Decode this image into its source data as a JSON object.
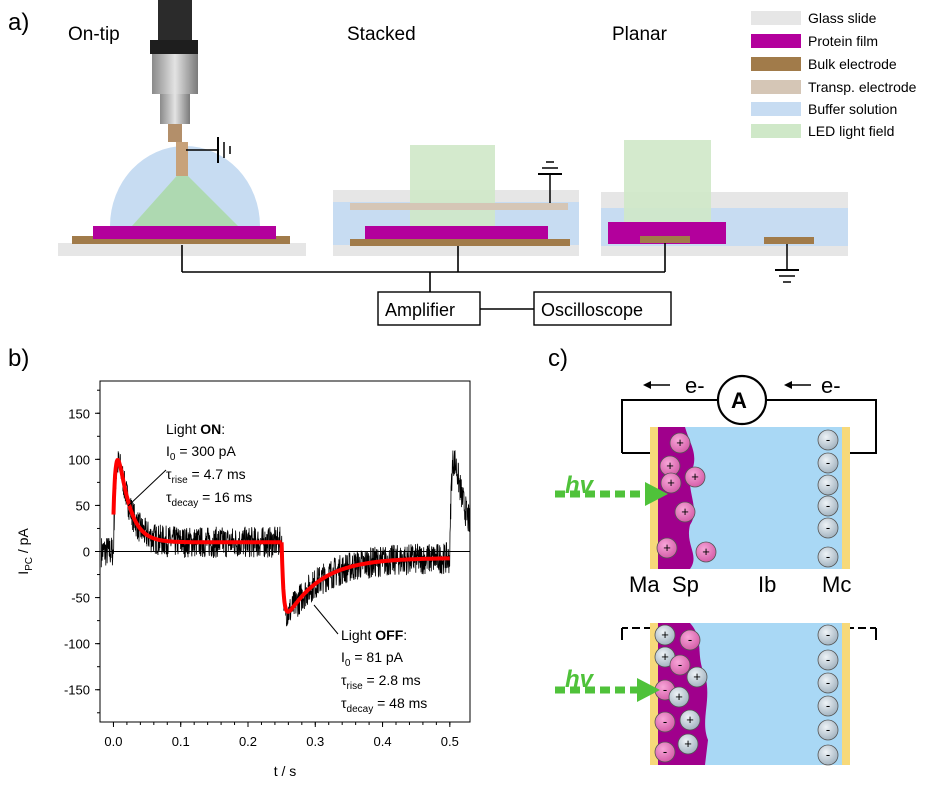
{
  "panel_labels": {
    "a": "a)",
    "b": "b)",
    "c": "c)"
  },
  "panel_a": {
    "configs": {
      "on_tip": "On-tip",
      "stacked": "Stacked",
      "planar": "Planar"
    },
    "legend": [
      {
        "label": "Glass slide",
        "color": "#e6e6e6"
      },
      {
        "label": "Protein film",
        "color": "#b3009c"
      },
      {
        "label": "Bulk electrode",
        "color": "#a17b4a"
      },
      {
        "label": "Transp. electrode",
        "color": "#d5c6b6"
      },
      {
        "label": "Buffer solution",
        "color": "#c7dcf2"
      },
      {
        "label": "LED light field",
        "color": "#cfe8c8"
      }
    ],
    "amplifier": "Amplifier",
    "oscilloscope": "Oscilloscope"
  },
  "chart_data": {
    "type": "line",
    "ylabel": "I_PC / pA",
    "xlabel": "t / s",
    "xlim": [
      -0.02,
      0.53
    ],
    "ylim": [
      -185,
      185
    ],
    "x_ticks": [
      "0.0",
      "0.1",
      "0.2",
      "0.3",
      "0.4",
      "0.5"
    ],
    "x_tick_values": [
      0.0,
      0.1,
      0.2,
      0.3,
      0.4,
      0.5
    ],
    "y_ticks": [
      "150",
      "100",
      "50",
      "0",
      "-50",
      "-100",
      "-150"
    ],
    "y_tick_values": [
      150,
      100,
      50,
      0,
      -50,
      -100,
      -150
    ],
    "series": [
      {
        "kind": "measured",
        "color": "#000000"
      },
      {
        "kind": "fit",
        "color": "#ff0000"
      }
    ],
    "annotations": {
      "on": {
        "title_prefix": "Light ",
        "title_bold": "ON",
        "title_suffix": ":",
        "i0": "I0 = 300 pA",
        "rise": "τrise = 4.7 ms",
        "decay": "τdecay = 16 ms"
      },
      "off": {
        "title_prefix": "Light ",
        "title_bold": "OFF",
        "title_suffix": ":",
        "i0": "I0 = 81 pA",
        "rise": "τrise = 2.8 ms",
        "decay": "τdecay = 48 ms"
      }
    },
    "grid": false
  },
  "panel_c": {
    "electron": "e-",
    "ammeter": "A",
    "hv": "hv",
    "labels": {
      "ma": "Ma",
      "sp": "Sp",
      "ib": "Ib",
      "mc": "Mc"
    }
  },
  "colors": {
    "protein": "#b3009c",
    "buffer": "#a9d8f5",
    "electrode": "#f7d97a",
    "light": "#4fc23a"
  }
}
